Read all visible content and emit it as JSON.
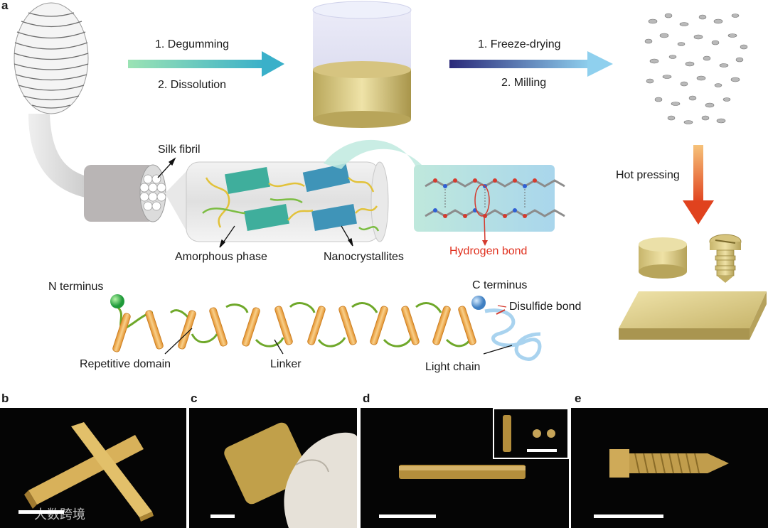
{
  "panel_a": {
    "letter": "a",
    "arrow1": {
      "step1": "1. Degumming",
      "step2": "2. Dissolution"
    },
    "arrow2": {
      "step1": "1. Freeze-drying",
      "step2": "2. Milling"
    },
    "arrow3": {
      "label": "Hot pressing"
    },
    "labels": {
      "silk_fibril": "Silk fibril",
      "amorphous_phase": "Amorphous phase",
      "nanocrystallites": "Nanocrystallites",
      "hydrogen_bond": "Hydrogen bond",
      "n_terminus": "N terminus",
      "c_terminus": "C terminus",
      "disulfide_bond": "Disulfide bond",
      "repetitive_domain": "Repetitive domain",
      "linker": "Linker",
      "light_chain": "Light chain"
    },
    "colors": {
      "hydrogen_bond": "#e0301e",
      "arrow_teal": "#3ab0c9",
      "arrow_navy": "#2b2a7a",
      "arrow_red": "#e0421e"
    }
  },
  "panels": {
    "b": "b",
    "c": "c",
    "d": "d",
    "e": "e"
  },
  "watermark": "大数跨境"
}
